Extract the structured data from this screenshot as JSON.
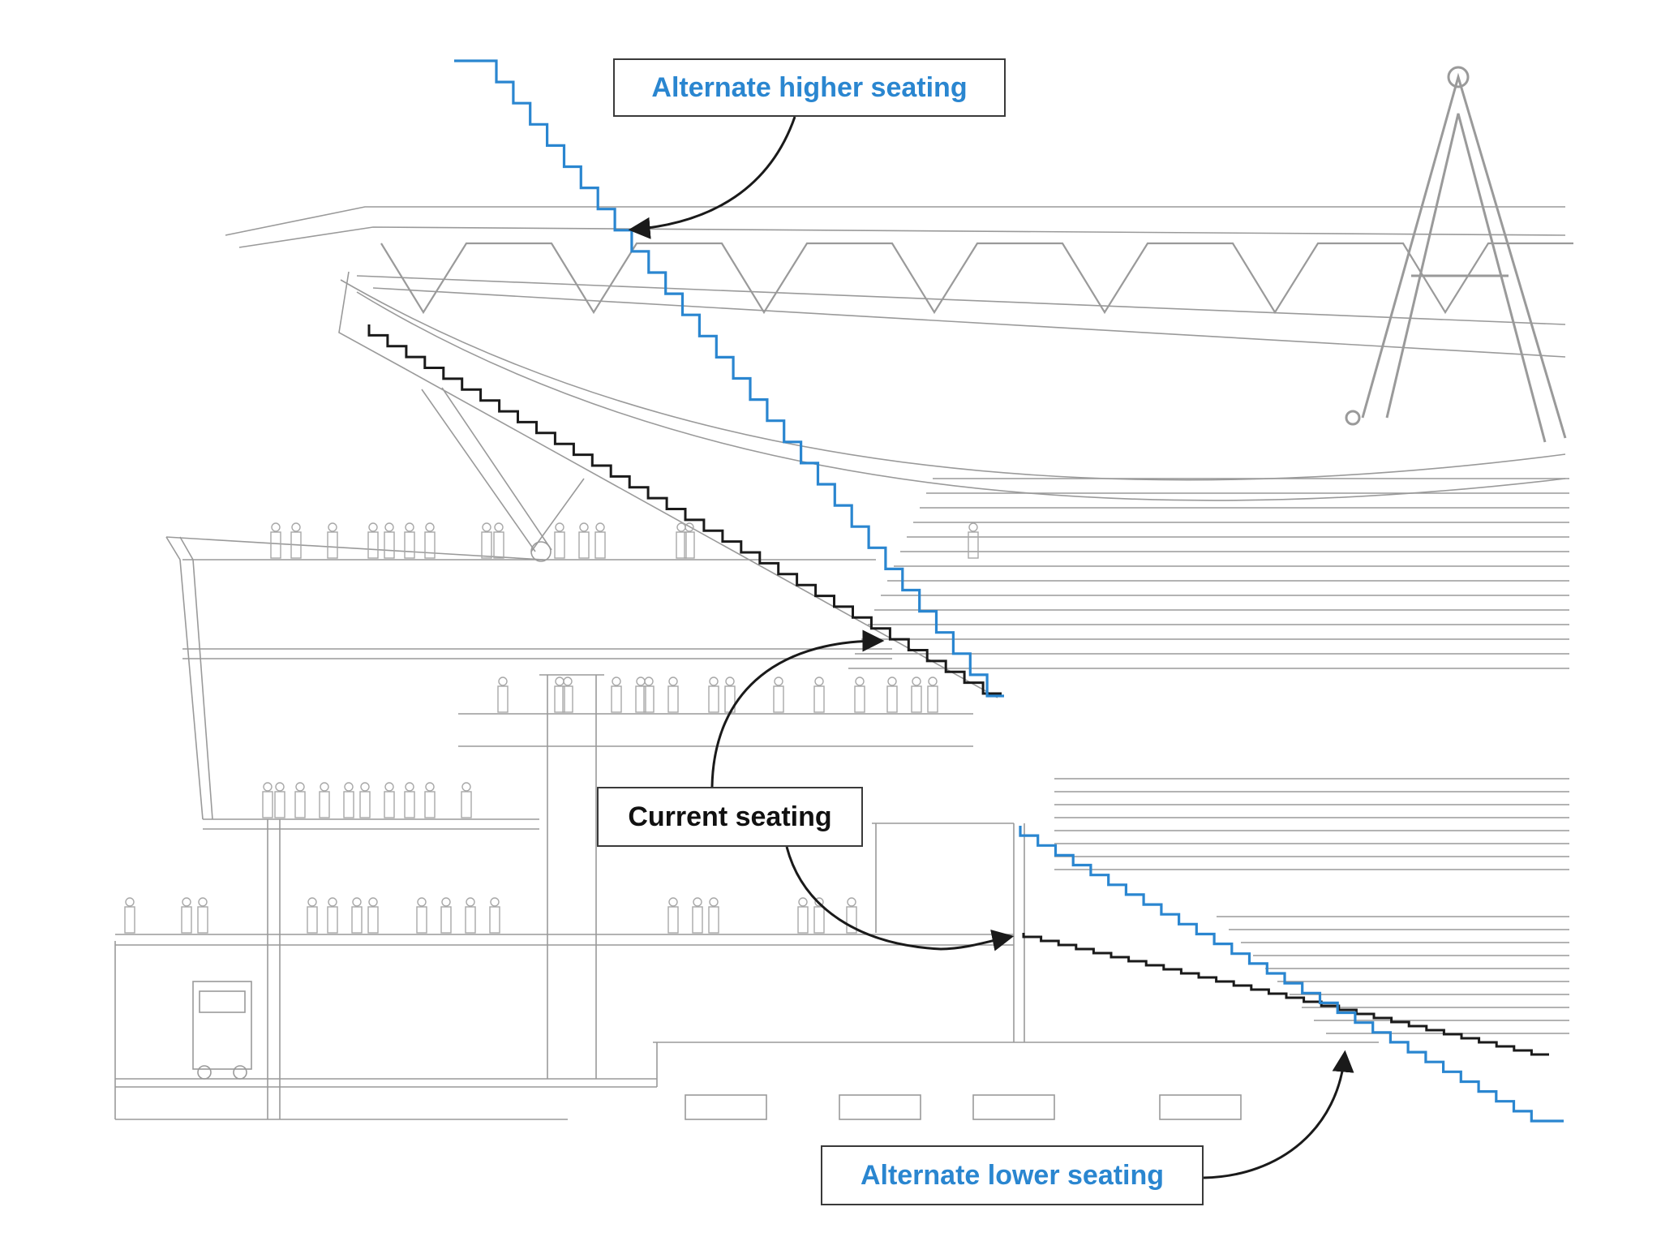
{
  "callouts": {
    "higher": "Alternate higher seating",
    "current": "Current seating",
    "lower": "Alternate lower seating"
  },
  "colors": {
    "alternate": "#2a86d0",
    "current": "#1a1a1a",
    "drawing": "#9a9a9a",
    "arrow": "#1a1a1a"
  },
  "icons": [
    "curved-arrow-icon"
  ]
}
